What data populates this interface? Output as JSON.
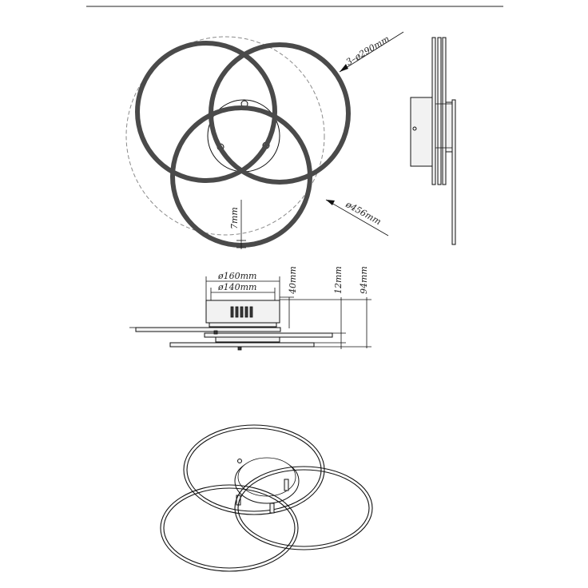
{
  "top_view": {
    "ring_diameter": "3–ø290mm",
    "overall_diameter": "ø456mm",
    "ring_width": "7mm"
  },
  "side_view": {
    "canopy_outer": "ø160mm",
    "canopy_inner": "ø140mm",
    "canopy_height": "40mm",
    "ring_offset": "12mm",
    "total_height": "94mm"
  }
}
